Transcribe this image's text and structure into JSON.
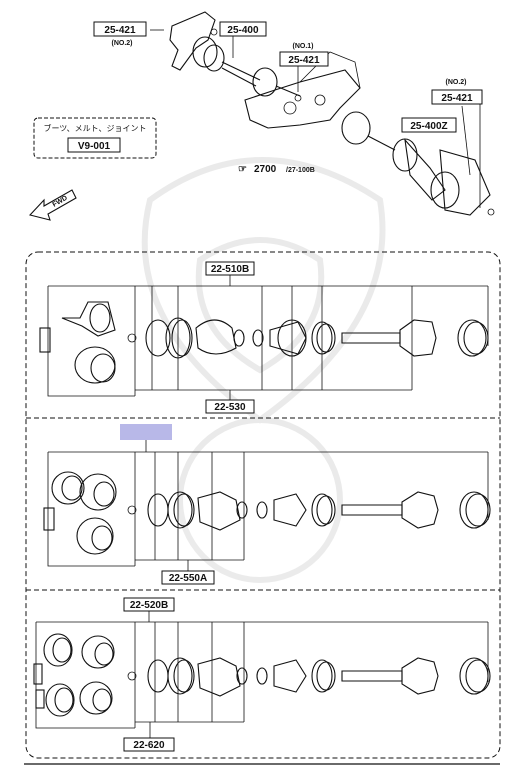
{
  "top": {
    "callouts": {
      "c1": "25-421",
      "c1_note": "(NO.2)",
      "c2": "25-400",
      "c3_note": "(NO.1)",
      "c3": "25-421",
      "c4_note": "(NO.2)",
      "c4": "25-421",
      "c5": "25-400Z"
    },
    "note_box": {
      "japanese": "ブーツ、メルト、ジョイント",
      "code": "V9-001"
    },
    "reference": {
      "arrow_label": "☞",
      "main": "2700",
      "sub": "/27-100B"
    },
    "fwd": "FWD"
  },
  "sections": [
    {
      "top_label": "22-510B",
      "bottom_label": "22-530"
    },
    {
      "top_label": "",
      "bottom_label": "22-550A"
    },
    {
      "top_label": "22-520B",
      "bottom_label": "22-620"
    }
  ],
  "colors": {
    "highlight": "#b8b8e8"
  }
}
